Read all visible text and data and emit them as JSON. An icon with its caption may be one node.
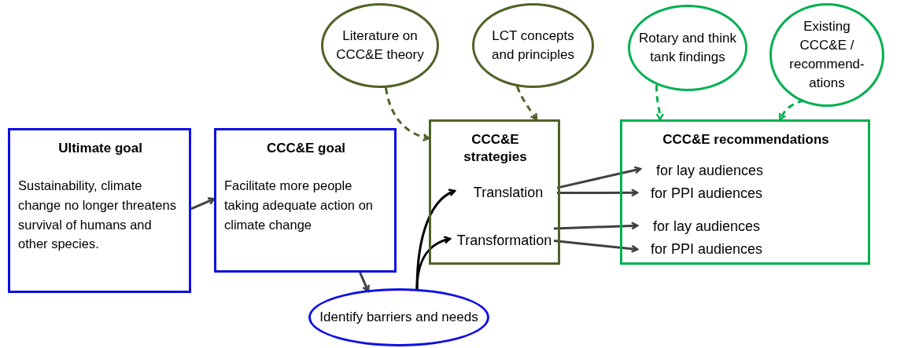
{
  "diagram": {
    "nodes": [
      {
        "text": [
          "Ultimate goal",
          "Sustainability, climate change no longer threatens survival of humans and other species."
        ]
      },
      {
        "text": [
          "CCC&E goal",
          "Facilitate more people taking adequate action on climate change"
        ]
      },
      {
        "text": [
          "Identify barriers and needs"
        ]
      },
      {
        "text": [
          "Literature on CCC&E theory"
        ]
      },
      {
        "text": [
          "LCT concepts and principles"
        ]
      },
      {
        "text": [
          "CCC&E strategies"
        ]
      },
      {
        "text": [
          "Translation"
        ],
        "in": 5
      },
      {
        "text": [
          "Transformation"
        ],
        "in": 5
      },
      {
        "text": [
          "Rotary and think tank findings"
        ]
      },
      {
        "text": [
          "Existing CCC&E / recommend-ations"
        ]
      },
      {
        "text": [
          "CCC&E recommendations"
        ]
      },
      {
        "text": [
          "for lay audiences"
        ],
        "in": 10
      },
      {
        "text": [
          "for PPI audiences"
        ],
        "in": 10
      },
      {
        "text": [
          "for lay audiences"
        ],
        "in": 10
      },
      {
        "text": [
          "for PPI audiences"
        ],
        "in": 10
      }
    ],
    "edges": [
      {
        "from": 0,
        "to": 1,
        "arrow": "to"
      },
      {
        "from": 1,
        "to": 2,
        "arrow": "to"
      },
      {
        "from": 2,
        "to": 6,
        "arrow": "to",
        "color": "#000000"
      },
      {
        "from": 2,
        "to": 7,
        "arrow": "to",
        "color": "#000000"
      },
      {
        "from": 3,
        "to": 5,
        "arrow": "to",
        "style": "dashed",
        "color": "#4f6228"
      },
      {
        "from": 4,
        "to": 5,
        "arrow": "to",
        "style": "dashed",
        "color": "#4f6228"
      },
      {
        "from": 8,
        "to": 10,
        "arrow": "to",
        "style": "dashed",
        "color": "#00b050"
      },
      {
        "from": 9,
        "to": 10,
        "arrow": "to",
        "style": "dashed",
        "color": "#00b050"
      },
      {
        "from": 6,
        "to": 11,
        "arrow": "to"
      },
      {
        "from": 6,
        "to": 12,
        "arrow": "to"
      },
      {
        "from": 7,
        "to": 13,
        "arrow": "to"
      },
      {
        "from": 7,
        "to": 14,
        "arrow": "to"
      }
    ]
  }
}
